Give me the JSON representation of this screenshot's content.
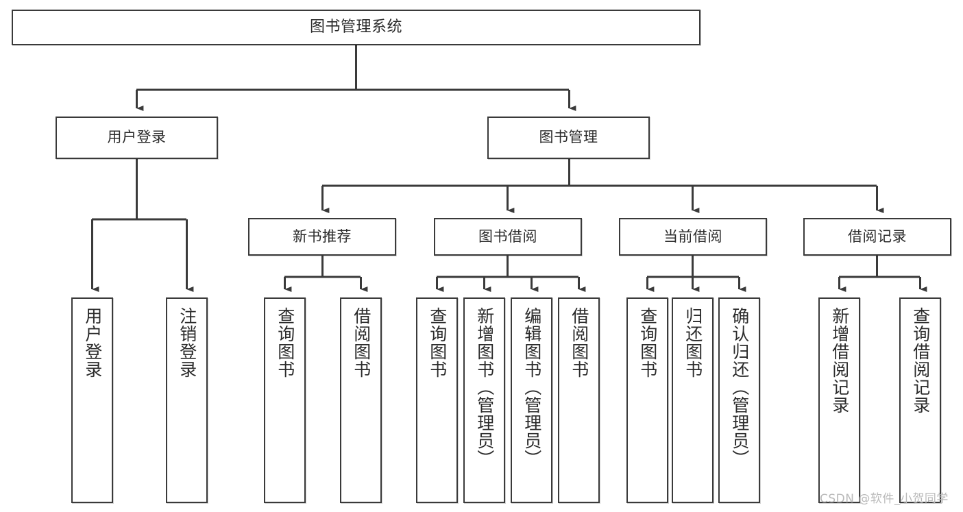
{
  "diagram": {
    "title": "图书管理系统",
    "type": "tree-hierarchy-diagram",
    "orientation": "top-down",
    "stroke_color": "#3a3a3a",
    "fill_color": "#ffffff",
    "text_color": "#2b2b2b"
  },
  "nodes": {
    "root": {
      "label": "图书管理系统"
    },
    "level1": [
      {
        "label": "用户登录"
      },
      {
        "label": "图书管理"
      }
    ],
    "level2": [
      {
        "label": "新书推荐"
      },
      {
        "label": "图书借阅"
      },
      {
        "label": "当前借阅"
      },
      {
        "label": "借阅记录"
      }
    ],
    "leaves": {
      "user_login": [
        {
          "label": "用户登录"
        },
        {
          "label": "注销登录"
        }
      ],
      "new_book_recommend": [
        {
          "label": "查询图书"
        },
        {
          "label": "借阅图书"
        }
      ],
      "book_borrow": [
        {
          "label": "查询图书"
        },
        {
          "label": "新增图书（管理员）"
        },
        {
          "label": "编辑图书（管理员）"
        },
        {
          "label": "借阅图书"
        }
      ],
      "current_borrow": [
        {
          "label": "查询图书"
        },
        {
          "label": "归还图书"
        },
        {
          "label": "确认归还（管理员）"
        }
      ],
      "borrow_records": [
        {
          "label": "新增借阅记录"
        },
        {
          "label": "查询借阅记录"
        }
      ]
    }
  },
  "watermark": {
    "text": "CSDN @软件_小贺同学"
  },
  "chart_data": {
    "type": "table",
    "title": "图书管理系统",
    "hierarchy": [
      {
        "name": "图书管理系统",
        "children": [
          {
            "name": "用户登录",
            "children": [
              {
                "name": "用户登录"
              },
              {
                "name": "注销登录"
              }
            ]
          },
          {
            "name": "图书管理",
            "children": [
              {
                "name": "新书推荐",
                "children": [
                  {
                    "name": "查询图书"
                  },
                  {
                    "name": "借阅图书"
                  }
                ]
              },
              {
                "name": "图书借阅",
                "children": [
                  {
                    "name": "查询图书"
                  },
                  {
                    "name": "新增图书（管理员）"
                  },
                  {
                    "name": "编辑图书（管理员）"
                  },
                  {
                    "name": "借阅图书"
                  }
                ]
              },
              {
                "name": "当前借阅",
                "children": [
                  {
                    "name": "查询图书"
                  },
                  {
                    "name": "归还图书"
                  },
                  {
                    "name": "确认归还（管理员）"
                  }
                ]
              },
              {
                "name": "借阅记录",
                "children": [
                  {
                    "name": "新增借阅记录"
                  },
                  {
                    "name": "查询借阅记录"
                  }
                ]
              }
            ]
          }
        ]
      }
    ]
  }
}
